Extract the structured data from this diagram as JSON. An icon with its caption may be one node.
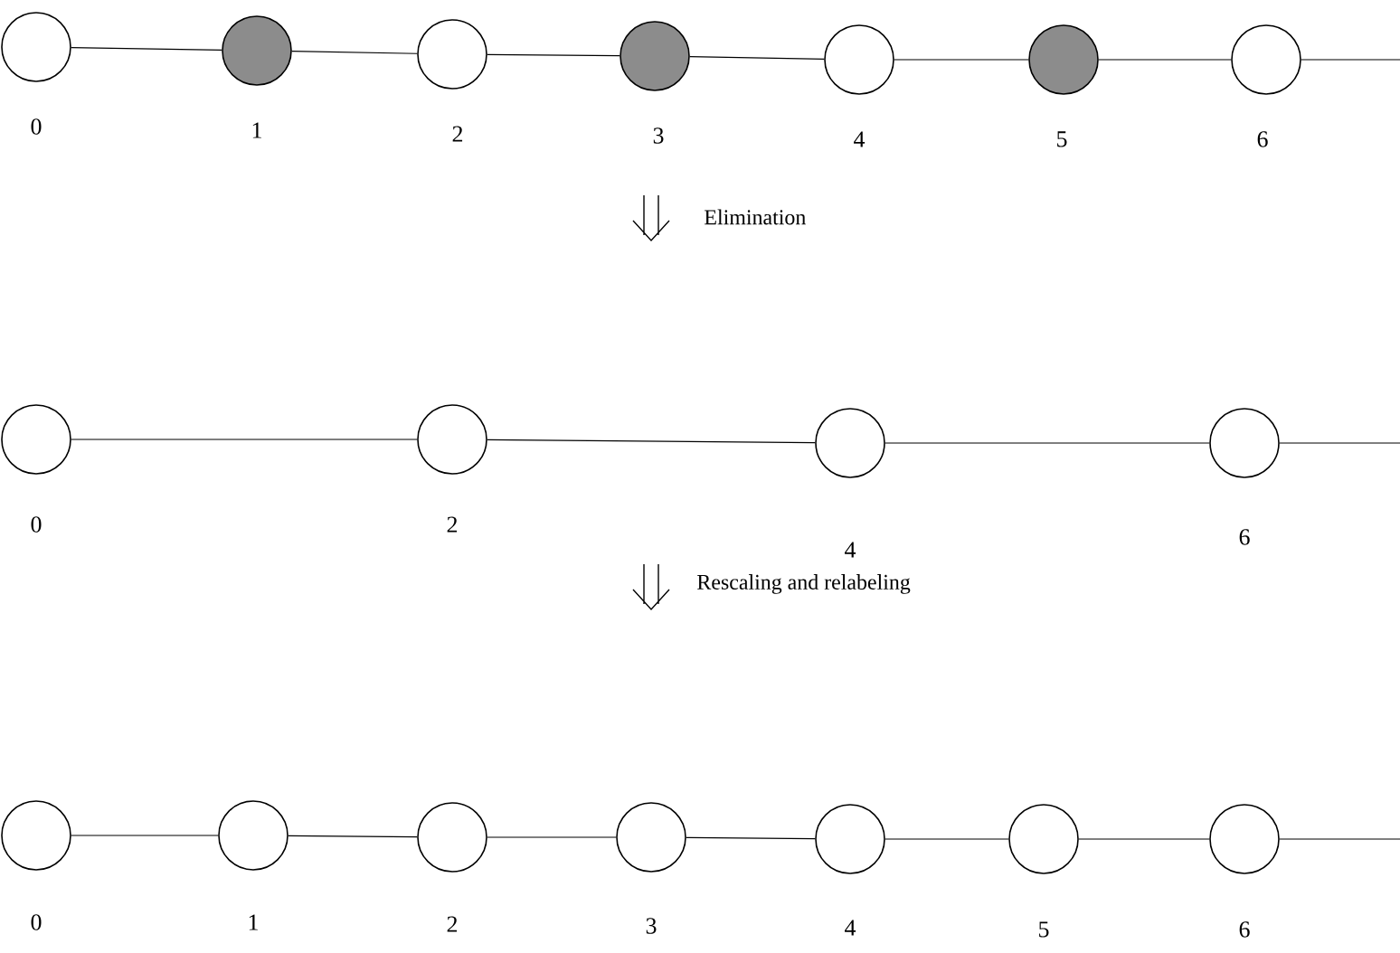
{
  "diagram": {
    "nodes": [
      {
        "text": [],
        "shape": "circle",
        "beside": [
          "0"
        ]
      },
      {
        "text": [],
        "shape": "circle",
        "beside": [
          "1"
        ]
      },
      {
        "text": [],
        "shape": "circle",
        "beside": [
          "2"
        ]
      },
      {
        "text": [],
        "shape": "circle",
        "beside": [
          "3"
        ]
      },
      {
        "text": [],
        "shape": "circle",
        "beside": [
          "4"
        ]
      },
      {
        "text": [],
        "shape": "circle",
        "beside": [
          "5"
        ]
      },
      {
        "text": [],
        "shape": "circle",
        "beside": [
          "6"
        ]
      },
      {
        "text": [],
        "shape": "circle",
        "beside": [
          "0"
        ]
      },
      {
        "text": [],
        "shape": "circle",
        "beside": [
          "2"
        ]
      },
      {
        "text": [],
        "shape": "circle",
        "beside": [
          "4"
        ]
      },
      {
        "text": [],
        "shape": "circle",
        "beside": [
          "6"
        ]
      },
      {
        "text": [],
        "shape": "circle",
        "beside": [
          "0"
        ]
      },
      {
        "text": [],
        "shape": "circle",
        "beside": [
          "1"
        ]
      },
      {
        "text": [],
        "shape": "circle",
        "beside": [
          "2"
        ]
      },
      {
        "text": [],
        "shape": "circle",
        "beside": [
          "3"
        ]
      },
      {
        "text": [],
        "shape": "circle",
        "beside": [
          "4"
        ]
      },
      {
        "text": [],
        "shape": "circle",
        "beside": [
          "5"
        ]
      },
      {
        "text": [],
        "shape": "circle",
        "beside": [
          "6"
        ]
      }
    ],
    "edges": [
      {
        "from": 0,
        "to": 1,
        "arrow": "none"
      },
      {
        "from": 1,
        "to": 2,
        "arrow": "none"
      },
      {
        "from": 2,
        "to": 3,
        "arrow": "none"
      },
      {
        "from": 3,
        "to": 4,
        "arrow": "none"
      },
      {
        "from": 4,
        "to": 5,
        "arrow": "none"
      },
      {
        "from": 5,
        "to": 6,
        "arrow": "none"
      },
      {
        "from": 6,
        "to": null,
        "arrow": "none"
      },
      {
        "from": 7,
        "to": 8,
        "arrow": "none"
      },
      {
        "from": 8,
        "to": 9,
        "arrow": "none"
      },
      {
        "from": 9,
        "to": 10,
        "arrow": "none"
      },
      {
        "from": 10,
        "to": null,
        "arrow": "none"
      },
      {
        "from": 11,
        "to": 12,
        "arrow": "none"
      },
      {
        "from": 12,
        "to": 13,
        "arrow": "none"
      },
      {
        "from": 13,
        "to": 14,
        "arrow": "none"
      },
      {
        "from": 14,
        "to": 15,
        "arrow": "none"
      },
      {
        "from": 15,
        "to": 16,
        "arrow": "none"
      },
      {
        "from": 16,
        "to": 17,
        "arrow": "none"
      },
      {
        "from": 17,
        "to": null,
        "arrow": "none"
      }
    ],
    "labels": [
      "Elimination",
      "Rescaling and relabeling"
    ]
  }
}
